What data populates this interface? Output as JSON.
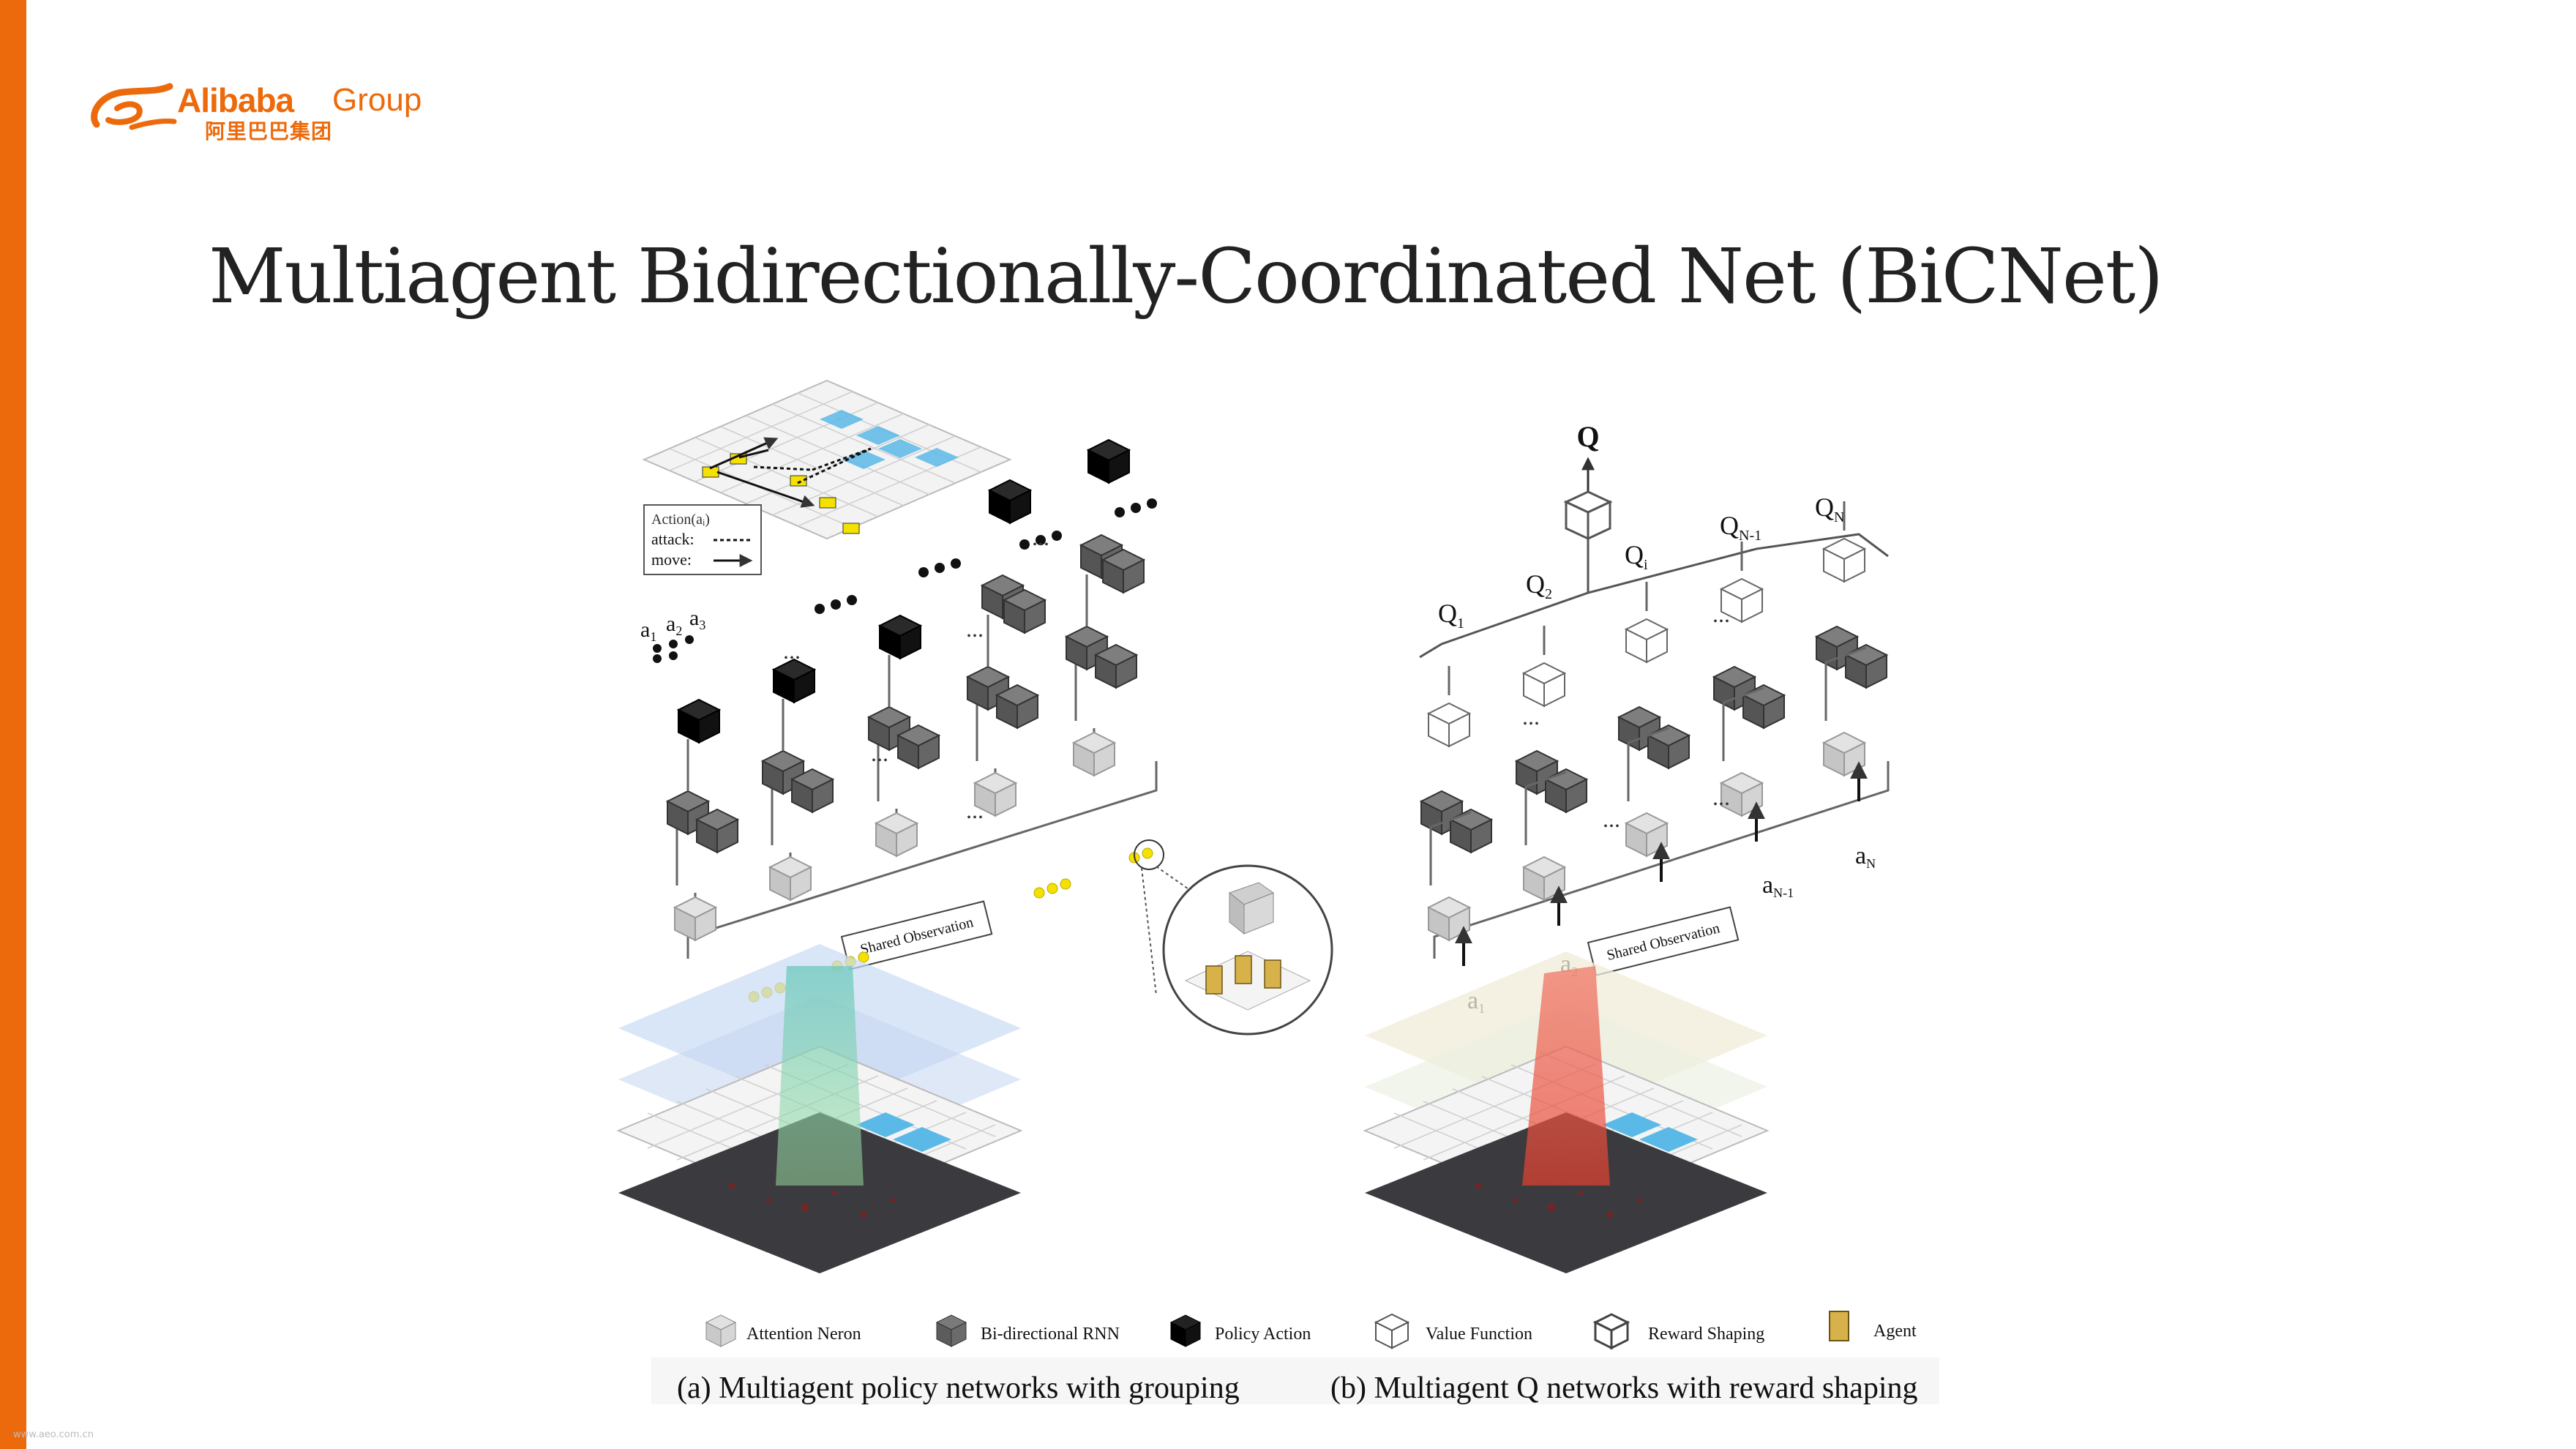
{
  "theme": {
    "accent": "#ed6a0c",
    "text": "#222222"
  },
  "logo": {
    "brand_en": "Alibaba",
    "brand_group": "Group",
    "brand_cn": "阿里巴巴集团"
  },
  "slide": {
    "title": "Multiagent Bidirectionally-Coordinated Net (BiCNet)"
  },
  "figure": {
    "action_legend": {
      "title": "Action(aᵢ)",
      "attack": "attack:",
      "move": "move:"
    },
    "left_actions": [
      "a",
      "a",
      "a"
    ],
    "left_action_subs": [
      "1",
      "2",
      "3"
    ],
    "shared_observation": "Shared Observation",
    "right_top": "Q",
    "q_labels": [
      "Q",
      "Q",
      "Q",
      "Q",
      "Q"
    ],
    "q_subs": [
      "1",
      "2",
      "i",
      "N-1",
      "N"
    ],
    "a_labels": [
      "a",
      "a",
      "a",
      "a"
    ],
    "a_subs": [
      "1",
      "2",
      "N-1",
      "N"
    ],
    "ellipsis": "...",
    "legend": {
      "attention_neuron": "Attention Neron",
      "birnn": "Bi-directional RNN",
      "policy_action": "Policy Action",
      "value_function": "Value Function",
      "reward_shaping": "Reward Shaping",
      "agent": "Agent"
    },
    "caption_a": "(a) Multiagent policy networks with grouping",
    "caption_b": "(b) Multiagent Q networks with reward shaping"
  },
  "watermark": "www.aeo.com.cn"
}
